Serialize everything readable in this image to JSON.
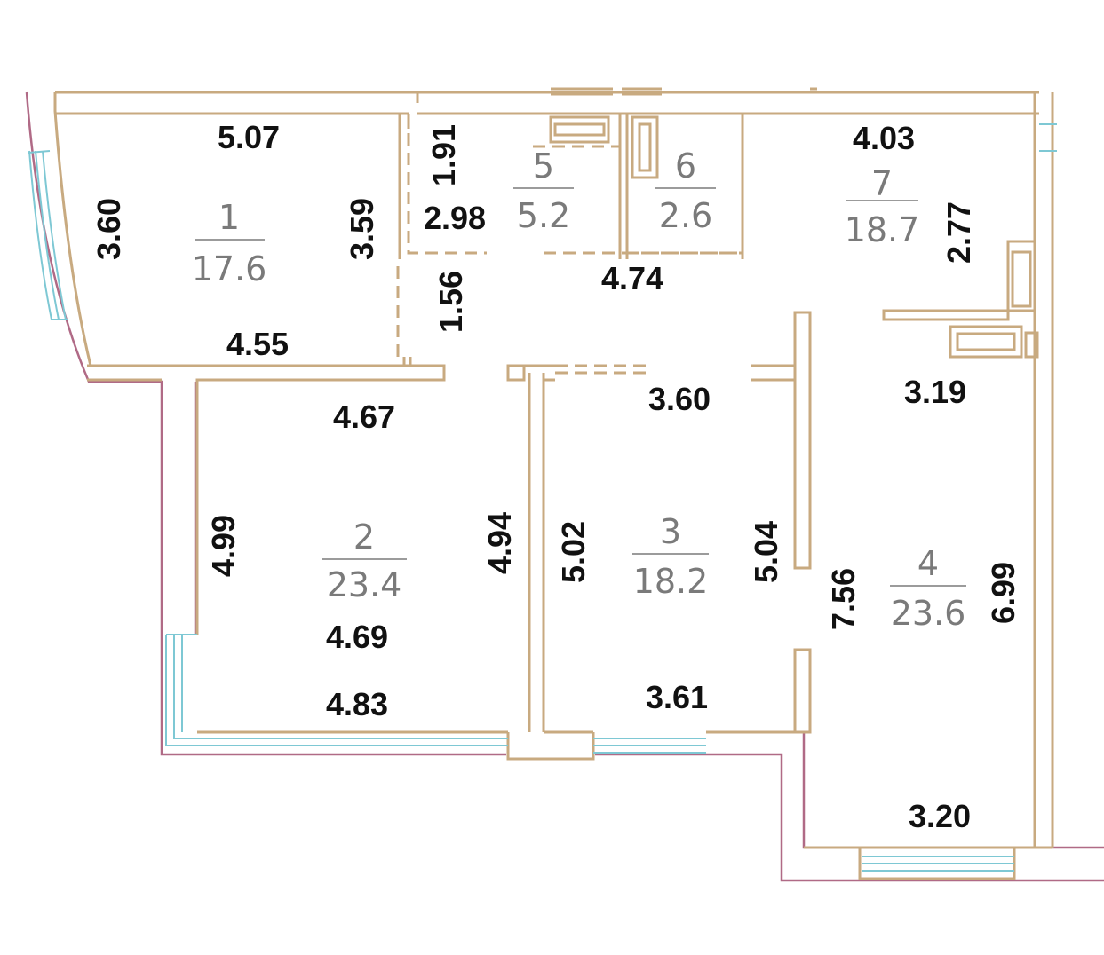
{
  "rooms": [
    {
      "number": "1",
      "area": "17.6"
    },
    {
      "number": "2",
      "area": "23.4"
    },
    {
      "number": "3",
      "area": "18.2"
    },
    {
      "number": "4",
      "area": "23.6"
    },
    {
      "number": "5",
      "area": "5.2"
    },
    {
      "number": "6",
      "area": "2.6"
    },
    {
      "number": "7",
      "area": "18.7"
    }
  ],
  "dimensions": {
    "r1_top": "5.07",
    "r1_left": "3.60",
    "r1_right": "3.59",
    "r1_bottom": "4.55",
    "corr_191": "1.91",
    "corr_298": "2.98",
    "corr_156": "1.56",
    "corr_474": "4.74",
    "r7_top": "4.03",
    "r7_right": "2.77",
    "r2_top": "4.67",
    "r2_left": "4.99",
    "r2_right": "4.94",
    "r2_bottom_inner": "4.69",
    "r2_bottom": "4.83",
    "r3_top": "3.60",
    "r3_left": "5.02",
    "r3_right": "5.04",
    "r3_bottom": "3.61",
    "r4_top": "3.19",
    "r4_left": "7.56",
    "r4_right": "6.99",
    "r4_bottom": "3.20"
  }
}
